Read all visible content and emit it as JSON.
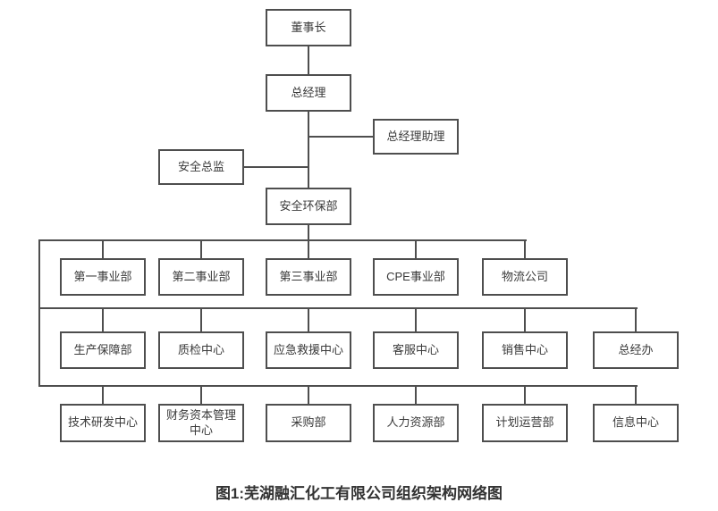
{
  "diagram": {
    "caption": "图1:芜湖融汇化工有限公司组织架构网络图",
    "colors": {
      "line": "#4e4e4e",
      "text": "#3a3a3a",
      "background": "#ffffff"
    },
    "nodes": {
      "chairman": "董事长",
      "general_manager": "总经理",
      "gm_assistant": "总经理助理",
      "safety_director": "安全总监",
      "safety_env_dept": "安全环保部"
    },
    "rows": {
      "level3": [
        "第一事业部",
        "第二事业部",
        "第三事业部",
        "CPE事业部",
        "物流公司"
      ],
      "level4": [
        "生产保障部",
        "质检中心",
        "应急救援中心",
        "客服中心",
        "销售中心",
        "总经办"
      ],
      "level5": [
        "技术研发中心",
        "财务资本管理中心",
        "采购部",
        "人力资源部",
        "计划运营部",
        "信息中心"
      ]
    }
  }
}
